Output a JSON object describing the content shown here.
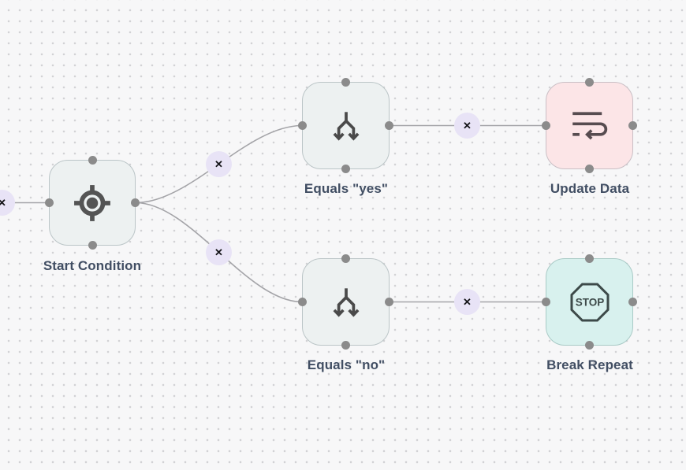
{
  "ui": {
    "delete_glyph": "✕"
  },
  "canvas": {
    "background_color": "#f7f7f8",
    "dot_color": "#d2d2d5",
    "connection_color": "#a4a4a8",
    "handle_color": "#8b8b8b",
    "delete_button_color": "#e8e3f6",
    "label_color": "#414e63"
  },
  "nodes": [
    {
      "id": "start-condition",
      "label": "Start Condition",
      "icon": "crosshair-target-icon",
      "fill": "#edf1f1"
    },
    {
      "id": "equals-yes",
      "label": "Equals \"yes\"",
      "icon": "branch-split-icon",
      "fill": "#edf1f1"
    },
    {
      "id": "update-data",
      "label": "Update Data",
      "icon": "update-list-icon",
      "fill": "#fce5e7"
    },
    {
      "id": "equals-no",
      "label": "Equals \"no\"",
      "icon": "branch-split-icon",
      "fill": "#edf1f1"
    },
    {
      "id": "break-repeat",
      "label": "Break Repeat",
      "icon": "stop-sign-icon",
      "icon_text": "STOP",
      "fill": "#d8f1ee"
    }
  ]
}
